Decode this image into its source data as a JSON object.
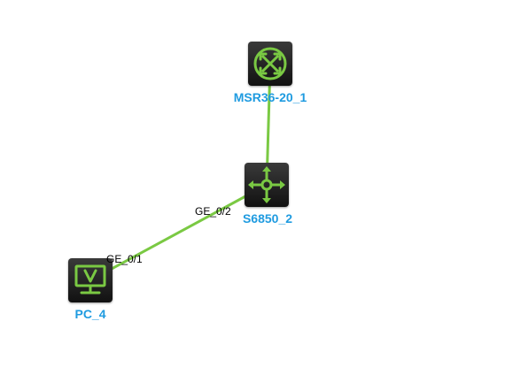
{
  "colors": {
    "link": "#7ac943",
    "icon": "#7ac943",
    "device_label": "#1f9be0",
    "port_label": "#000000",
    "device_bg": "#1a1a1a"
  },
  "devices": [
    {
      "id": "msr",
      "label": "MSR36-20_1",
      "type": "router",
      "icon": "router-icon"
    },
    {
      "id": "s6850",
      "label": "S6850_2",
      "type": "switch",
      "icon": "switch-icon"
    },
    {
      "id": "pc",
      "label": "PC_4",
      "type": "pc",
      "icon": "pc-icon"
    }
  ],
  "links": [
    {
      "from": "msr",
      "to": "s6850",
      "from_port": "",
      "to_port": ""
    },
    {
      "from": "s6850",
      "to": "pc",
      "from_port": "GE_0/2",
      "to_port": "GE_0/1"
    }
  ]
}
